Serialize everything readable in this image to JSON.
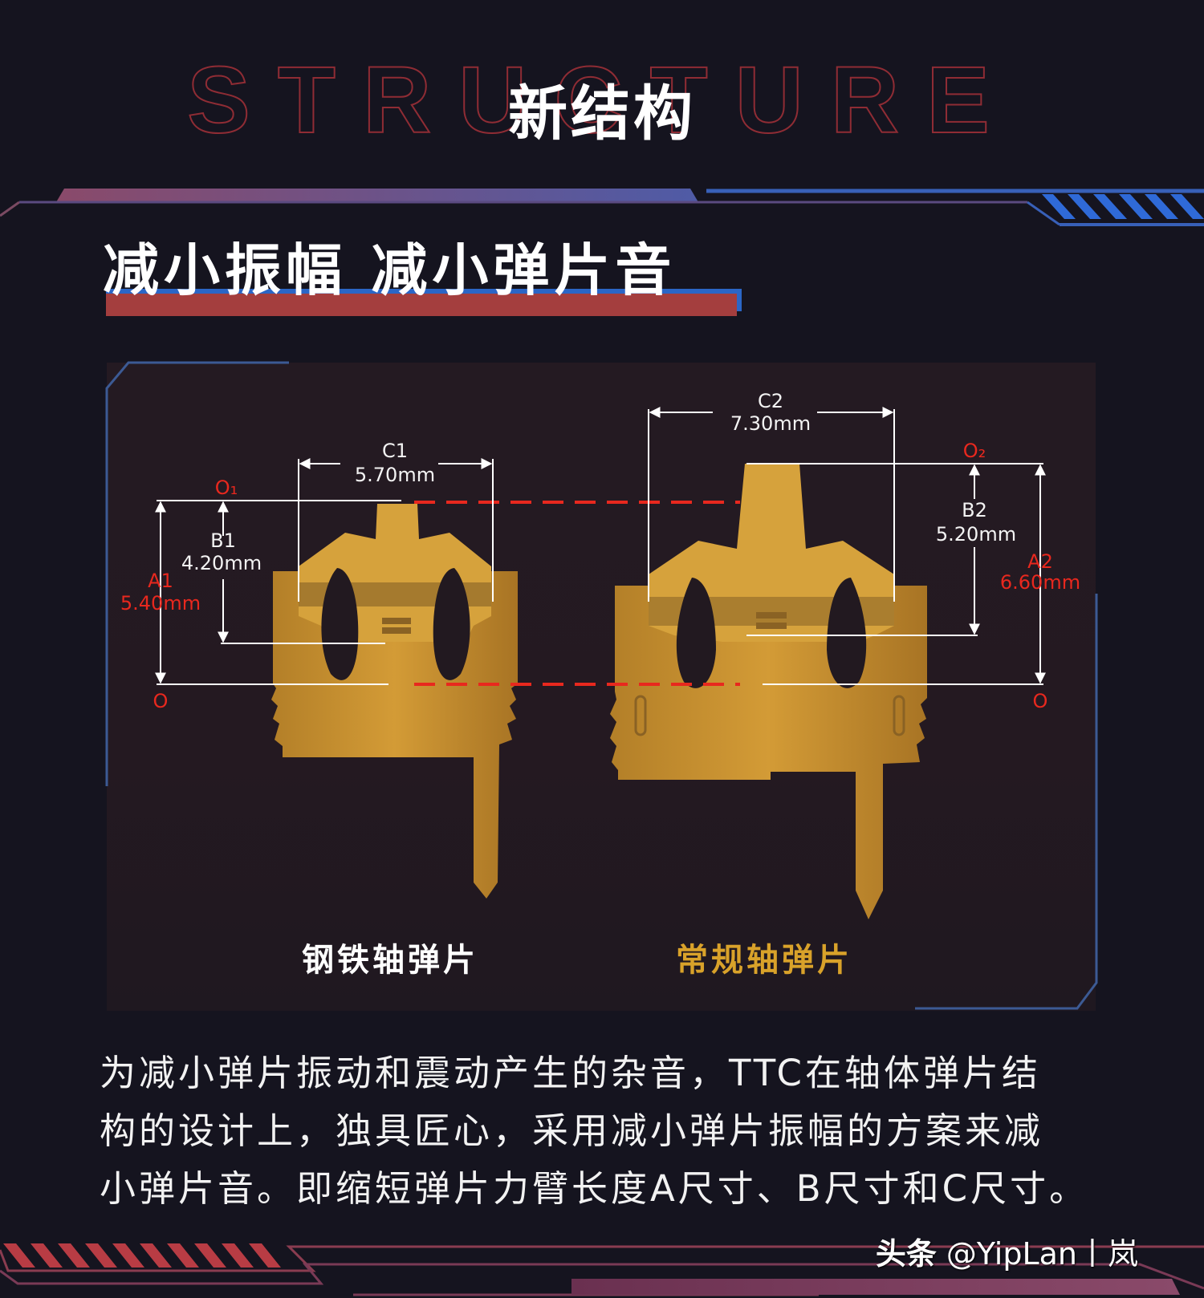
{
  "header": {
    "background_word": "STRUCTURE",
    "title": "新结构"
  },
  "section": {
    "subtitle": "减小振幅 减小弹片音"
  },
  "diagram": {
    "left_part": {
      "caption": "钢铁轴弹片",
      "caption_color": "#ffffff",
      "dimensions": {
        "C": {
          "name": "C1",
          "value": "5.70mm"
        },
        "B": {
          "name": "B1",
          "value": "4.20mm"
        },
        "A": {
          "name": "A1",
          "value": "5.40mm"
        },
        "top_origin": "O₁",
        "bottom_origin": "O"
      }
    },
    "right_part": {
      "caption": "常规轴弹片",
      "caption_color": "#d9a22a",
      "dimensions": {
        "C": {
          "name": "C2",
          "value": "7.30mm"
        },
        "B": {
          "name": "B2",
          "value": "5.20mm"
        },
        "A": {
          "name": "A2",
          "value": "6.60mm"
        },
        "top_origin": "O₂",
        "bottom_origin": "O"
      }
    },
    "colors": {
      "metal": "#c08a2c",
      "dimension_line": "#ffffff",
      "highlight": "#e8281e",
      "frame": "#3c5a94"
    }
  },
  "description": {
    "lines": [
      "为减小弹片振动和震动产生的杂音，TTC在轴体弹片结",
      "构的设计上，独具匠心，采用减小弹片振幅的方案来减",
      "小弹片音。即缩短弹片力臂长度A尺寸、B尺寸和C尺寸。"
    ]
  },
  "watermark": {
    "platform": "头条",
    "handle": "@YipLan丨岚"
  }
}
